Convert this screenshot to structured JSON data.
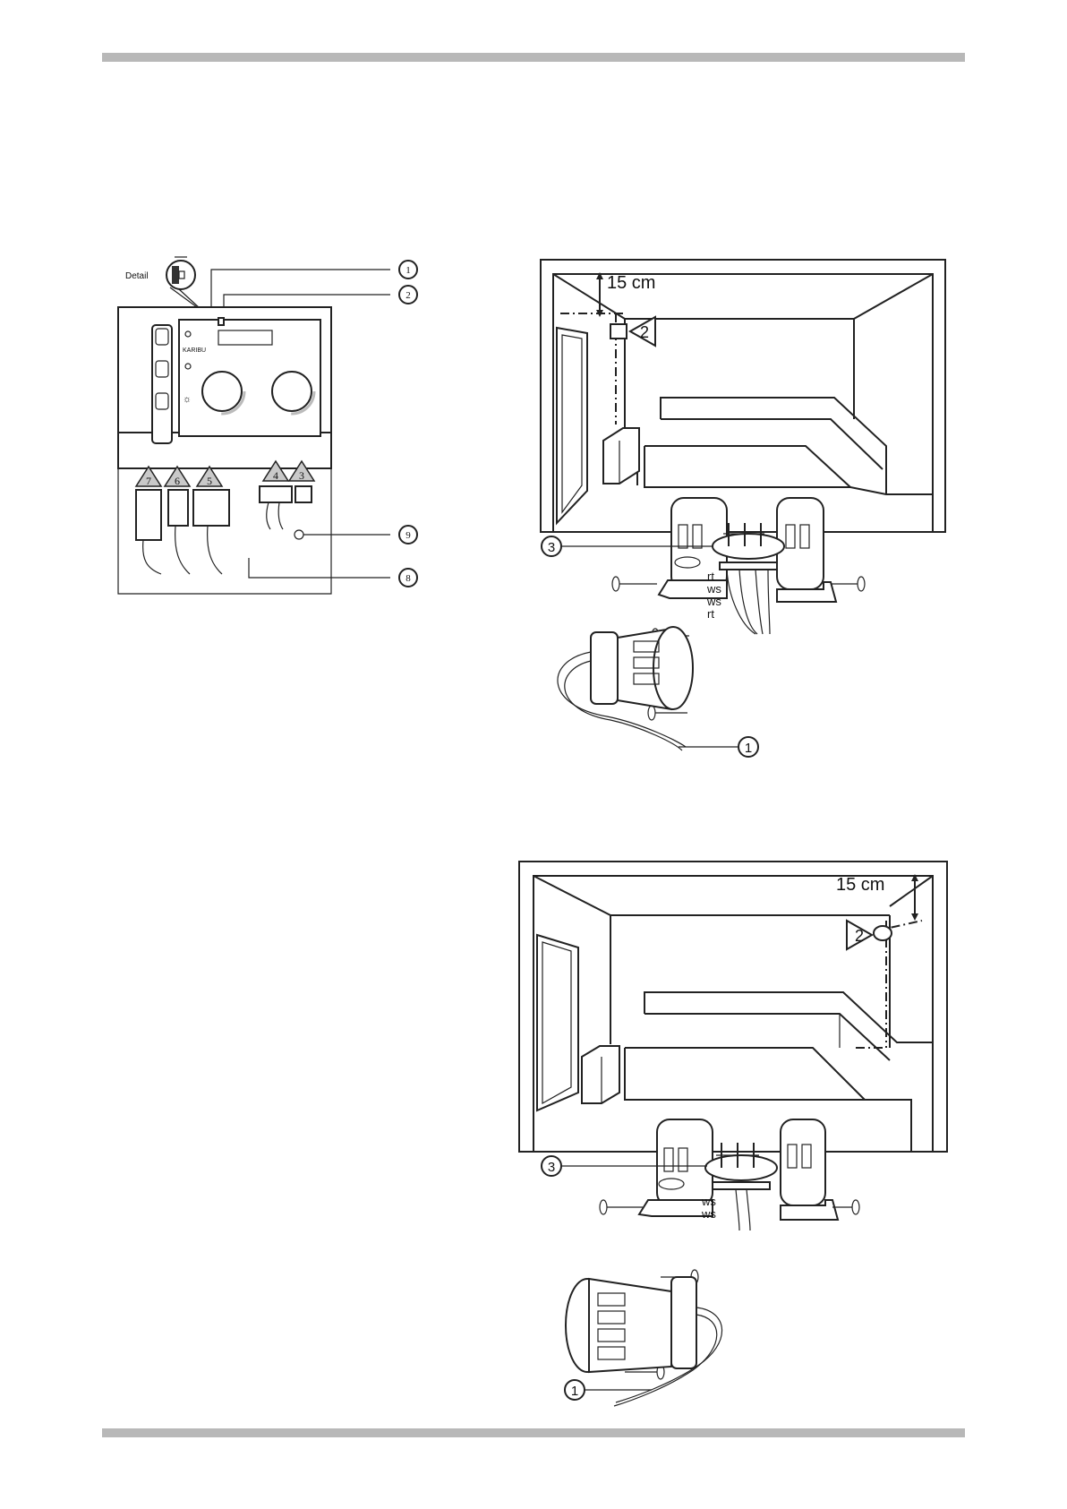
{
  "control_panel": {
    "detail_label": "Detail",
    "brand": "KARIBU",
    "callouts": [
      "1",
      "2",
      "9",
      "8"
    ],
    "terminal_markers": [
      "7",
      "6",
      "5",
      "4",
      "3"
    ]
  },
  "sauna_wall_mount": {
    "distance": "15 cm",
    "sensor_marker": "2",
    "callouts": [
      "3",
      "1"
    ],
    "wire_labels": [
      "rt",
      "ws",
      "ws",
      "rt"
    ]
  },
  "sauna_ceiling_mount": {
    "distance": "15 cm",
    "sensor_marker": "2",
    "callouts": [
      "3",
      "1"
    ],
    "wire_labels": [
      "ws",
      "ws"
    ]
  },
  "colors": {
    "rule": "#b8b8b8",
    "line": "#222222",
    "marker_fill": "#c9c9c9"
  }
}
